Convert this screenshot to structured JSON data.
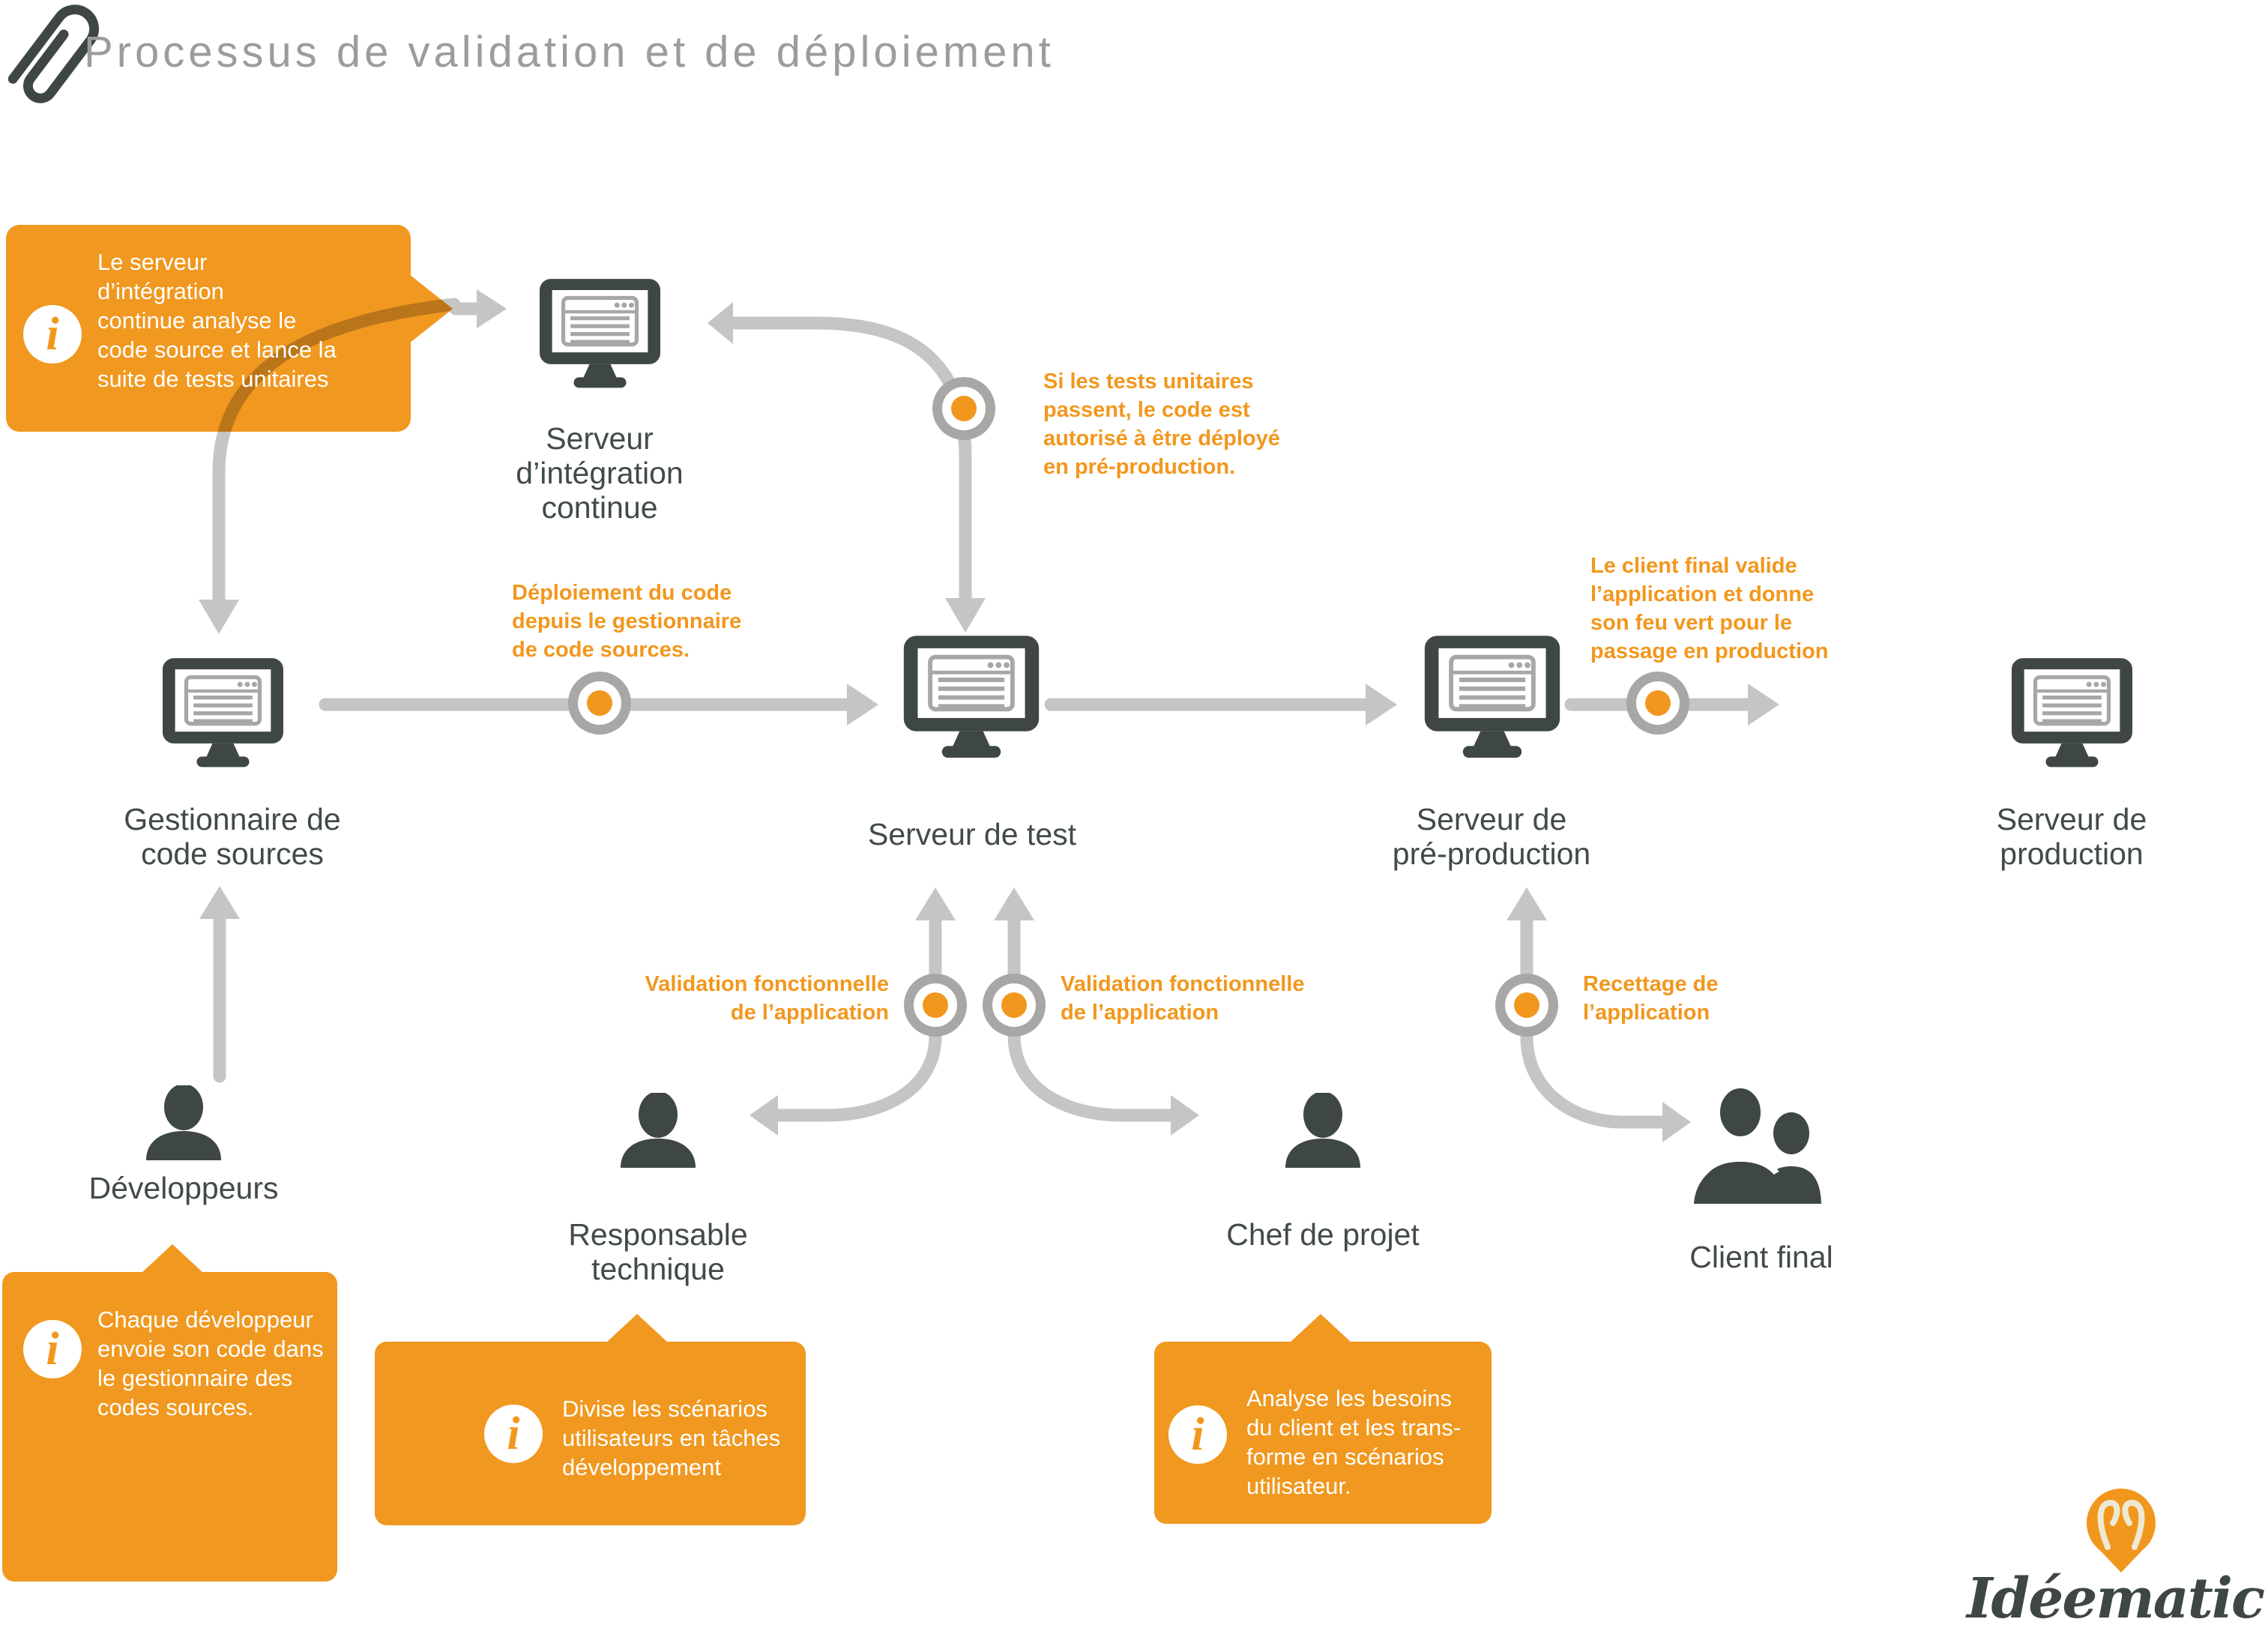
{
  "page": {
    "title": "Processus de validation et de déploiement"
  },
  "colors": {
    "orange": "#f2971d",
    "slate": "#3e4743",
    "label_text": "#414b47",
    "arrow_gray": "#c6c5c4",
    "node_ring_gray": "#a8a7a6",
    "title_gray": "#9c9c9b",
    "cream": "#efe8d3"
  },
  "icons": {
    "header": "paperclip-icon",
    "callout": "info-icon",
    "server": "computer-monitor-icon",
    "person": "person-icon",
    "client_group": "two-persons-icon",
    "logo": "map-pin-squiggle-icon",
    "flow_node": "orange-dot-node",
    "arrow": "gray-flow-arrow"
  },
  "info_symbol": "i",
  "servers": {
    "integration": [
      "Serveur",
      "d’intégration",
      "continue"
    ],
    "scm": [
      "Gestionnaire de",
      "code sources"
    ],
    "test": [
      "Serveur de test"
    ],
    "preprod": [
      "Serveur de",
      "pré-production"
    ],
    "prod": [
      "Serveur de",
      "production"
    ]
  },
  "people": {
    "developers": [
      "Développeurs"
    ],
    "tech_lead": [
      "Responsable",
      "technique"
    ],
    "project_manager": [
      "Chef de projet"
    ],
    "client": [
      "Client final"
    ]
  },
  "annotations": {
    "unit_tests": [
      "Si les tests unitaires",
      "passent, le code est",
      "autorisé à être déployé",
      "en pré-production."
    ],
    "deploy_scm": [
      "Déploiement du code",
      "depuis le gestionnaire",
      "de code sources."
    ],
    "client_green_light": [
      "Le client final valide",
      "l’application et donne",
      "son feu vert pour le",
      "passage en production"
    ],
    "validation_left": [
      "Validation fonctionnelle",
      "de l’application"
    ],
    "validation_right": [
      "Validation fonctionnelle",
      "de l’application"
    ],
    "recette": [
      "Recettage de",
      "l’application"
    ]
  },
  "callouts": {
    "integration": [
      "Le serveur",
      "d’intégration",
      "continue analyse le",
      "code source et lance la",
      "suite de tests unitaires"
    ],
    "developers": [
      "Chaque développeur",
      "envoie son code dans",
      "le gestionnaire des",
      "codes sources."
    ],
    "tech_lead": [
      "Divise les scénarios",
      "utilisateurs en tâches",
      "développement"
    ],
    "project_manager": [
      "Analyse les besoins",
      "du client et les trans-",
      "forme en scénarios",
      "utilisateur."
    ]
  },
  "logo": {
    "brand": "Idéematic"
  }
}
